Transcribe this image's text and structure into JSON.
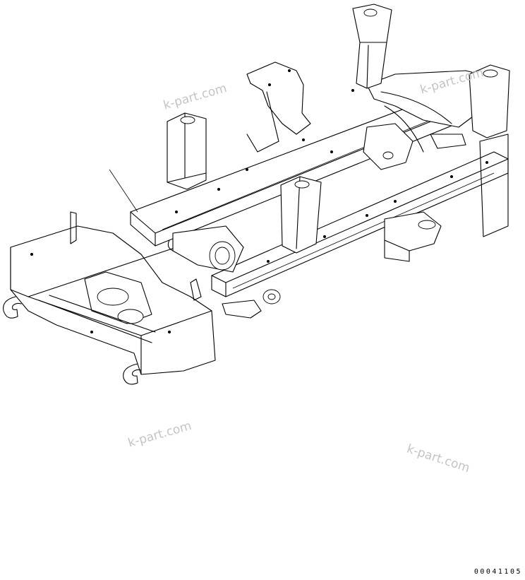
{
  "watermarks": [
    "k-part.com",
    "k-part.com",
    "k-part.com",
    "k-part.com"
  ],
  "drawing_code": "00041105"
}
